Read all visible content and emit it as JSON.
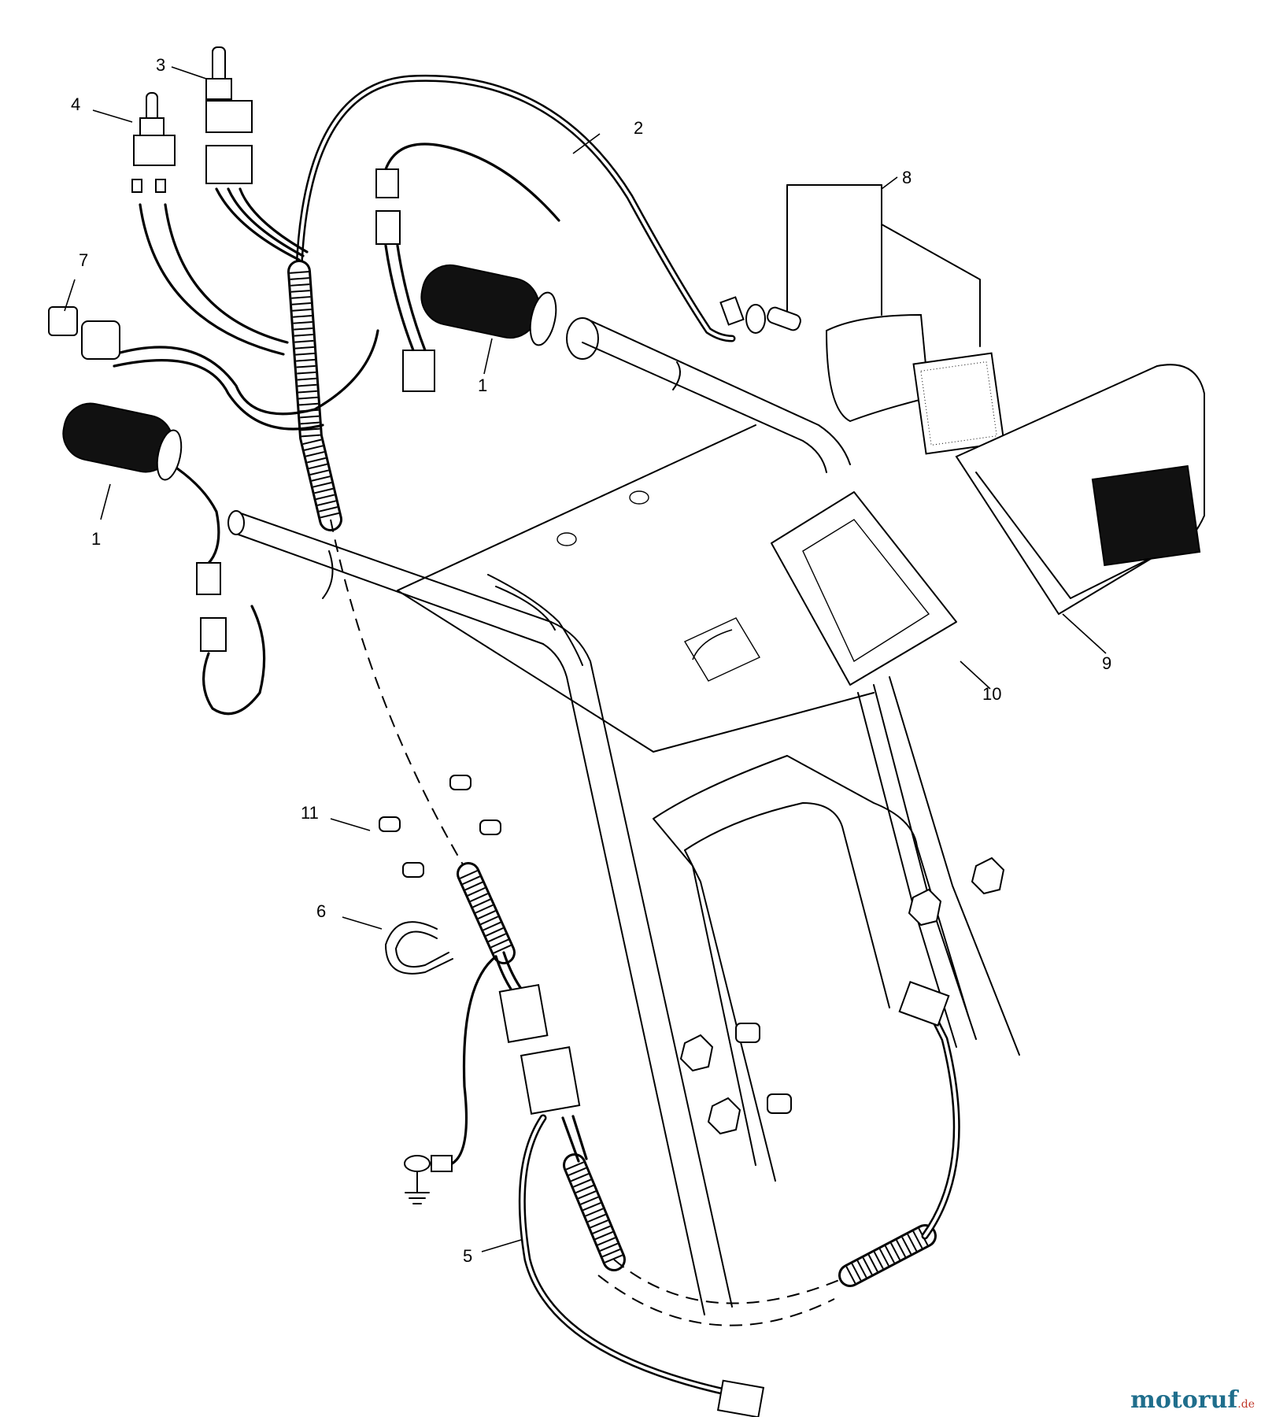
{
  "callouts": {
    "c1a": "1",
    "c1b": "1",
    "c2": "2",
    "c3": "3",
    "c4": "4",
    "c5": "5",
    "c6": "6",
    "c7": "7",
    "c8": "8",
    "c9": "9",
    "c10": "10",
    "c11": "11"
  },
  "watermark": {
    "brand": "motoruf",
    "tld": ".de"
  },
  "colors": {
    "line": "#000000",
    "background": "#ffffff",
    "watermark": "#1f6e8c"
  }
}
